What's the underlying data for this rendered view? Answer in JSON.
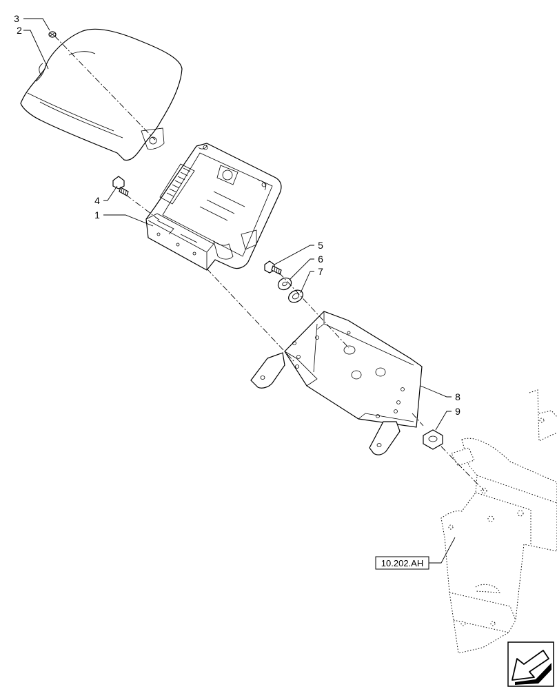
{
  "callouts": [
    {
      "id": "1",
      "text": "1"
    },
    {
      "id": "2",
      "text": "2"
    },
    {
      "id": "3",
      "text": "3"
    },
    {
      "id": "4",
      "text": "4"
    },
    {
      "id": "5",
      "text": "5"
    },
    {
      "id": "6",
      "text": "6"
    },
    {
      "id": "7",
      "text": "7"
    },
    {
      "id": "8",
      "text": "8"
    },
    {
      "id": "9",
      "text": "9"
    }
  ],
  "reference": {
    "label": "10.202.AH"
  },
  "nav": {
    "icon": "arrow-previous-icon"
  }
}
